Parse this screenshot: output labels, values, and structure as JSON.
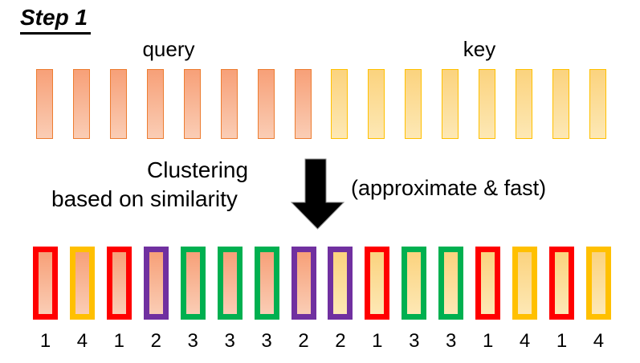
{
  "title": "Step 1",
  "labels": {
    "query": "query",
    "key": "key"
  },
  "clustering_text": {
    "line1": "Clustering",
    "line2": "based on similarity"
  },
  "arrow_note": "(approximate & fast)",
  "colors": {
    "query_border": "#ED7D31",
    "query_fill_top": "#F7A078",
    "query_fill_bottom": "#FACDB5",
    "key_border": "#FFC000",
    "key_fill_top": "#FBD37E",
    "key_fill_bottom": "#FDE8B5",
    "cluster_red": "#FF0000",
    "cluster_gold": "#FFC000",
    "cluster_purple": "#7030A0",
    "cluster_green": "#00B050",
    "arrow_fill": "#000000",
    "arrow_outline": "#8a8a8a"
  },
  "top_row": {
    "query_count": 8,
    "key_count": 8
  },
  "bottom_row": {
    "items": [
      {
        "cluster": "1",
        "border": "red",
        "type": "query"
      },
      {
        "cluster": "4",
        "border": "gold",
        "type": "query"
      },
      {
        "cluster": "1",
        "border": "red",
        "type": "query"
      },
      {
        "cluster": "2",
        "border": "purple",
        "type": "query"
      },
      {
        "cluster": "3",
        "border": "green",
        "type": "query"
      },
      {
        "cluster": "3",
        "border": "green",
        "type": "query"
      },
      {
        "cluster": "3",
        "border": "green",
        "type": "query"
      },
      {
        "cluster": "2",
        "border": "purple",
        "type": "query"
      },
      {
        "cluster": "2",
        "border": "purple",
        "type": "key"
      },
      {
        "cluster": "1",
        "border": "red",
        "type": "key"
      },
      {
        "cluster": "3",
        "border": "green",
        "type": "key"
      },
      {
        "cluster": "3",
        "border": "green",
        "type": "key"
      },
      {
        "cluster": "1",
        "border": "red",
        "type": "key"
      },
      {
        "cluster": "4",
        "border": "gold",
        "type": "key"
      },
      {
        "cluster": "1",
        "border": "red",
        "type": "key"
      },
      {
        "cluster": "4",
        "border": "gold",
        "type": "key"
      }
    ]
  }
}
